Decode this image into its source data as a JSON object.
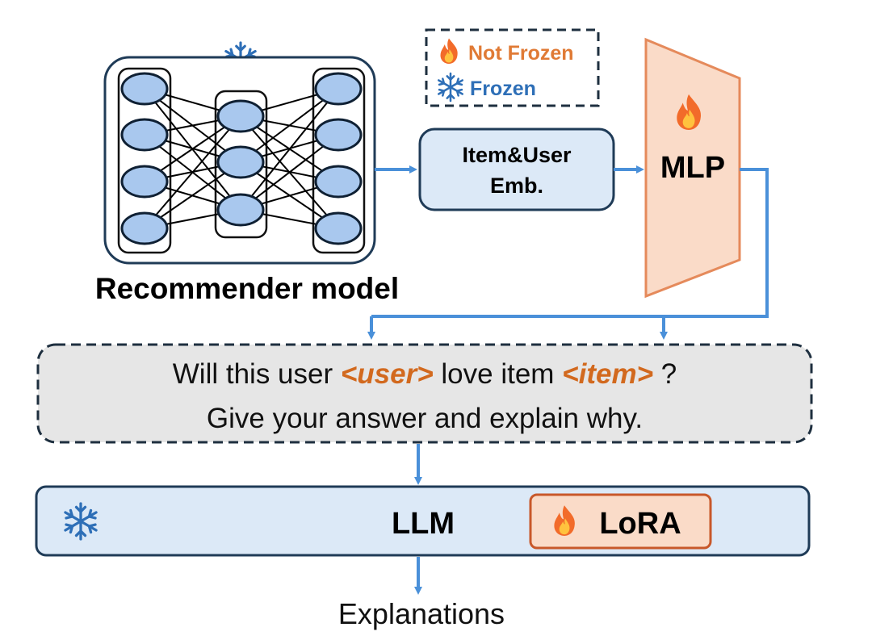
{
  "legend": {
    "not_frozen_label": "Not Frozen",
    "frozen_label": "Frozen",
    "not_frozen_icon": "fire-icon",
    "frozen_icon": "snowflake-icon"
  },
  "recommender": {
    "label": "Recommender model",
    "icon": "snowflake-icon"
  },
  "embedding": {
    "line1": "Item&User",
    "line2": "Emb."
  },
  "mlp": {
    "label": "MLP",
    "icon": "fire-icon"
  },
  "prompt": {
    "part1": "Will this user ",
    "user_token": "<user>",
    "part2": " love item ",
    "item_token": "<item>",
    "part3": " ?",
    "line2": "Give your answer and explain why."
  },
  "llm": {
    "label": "LLM",
    "lora_label": "LoRA",
    "frozen_icon": "snowflake-icon",
    "lora_icon": "fire-icon"
  },
  "output": {
    "label": "Explanations"
  },
  "colors": {
    "accent_blue": "#4A90D9",
    "node_fill": "#A9C8EE",
    "box_fill": "#DCE9F7",
    "box_stroke": "#1F3B57",
    "orange_text": "#D2691E",
    "mlp_fill": "#FADBC8",
    "mlp_stroke": "#E58A5B",
    "prompt_fill": "#E6E6E6",
    "dark_stroke": "#1E2F3F"
  }
}
